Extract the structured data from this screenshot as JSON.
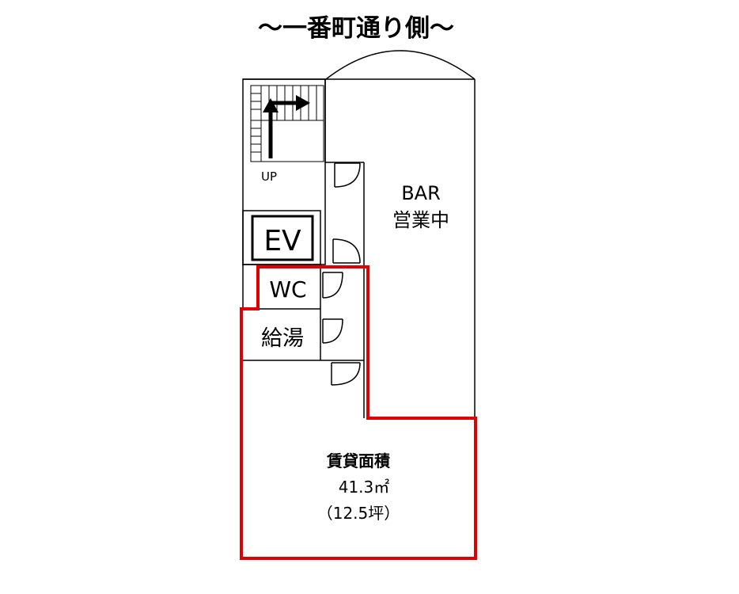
{
  "title": "〜一番町通り側〜",
  "stairs": {
    "up_label": "UP"
  },
  "rooms": {
    "ev": "EV",
    "wc": "WC",
    "kyuto": "給湯",
    "bar_line1": "BAR",
    "bar_line2": "営業中"
  },
  "rental": {
    "label": "賃貸面積",
    "area": "41.3㎡",
    "tsubo": "（12.5坪）"
  },
  "colors": {
    "wall": "#000000",
    "highlight": "#e00000",
    "background": "#ffffff"
  }
}
